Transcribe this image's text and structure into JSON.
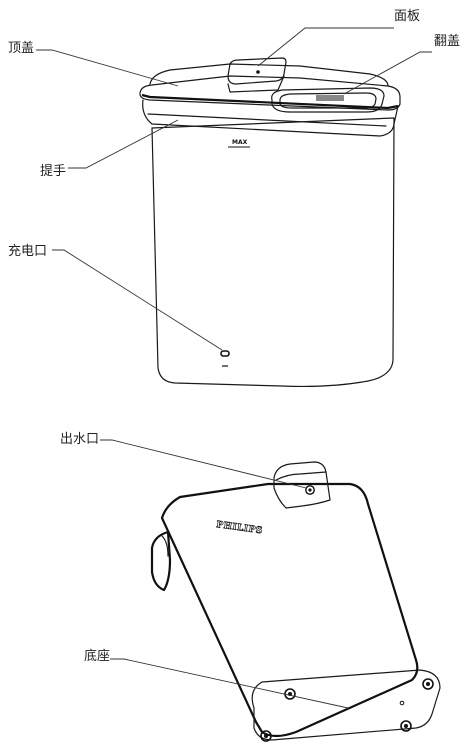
{
  "labels": {
    "panel": "面板",
    "flip_lid": "翻盖",
    "top_cover": "顶盖",
    "handle": "提手",
    "charging_port": "充电口",
    "water_outlet": "出水口",
    "base": "底座"
  },
  "markings": {
    "max_line": "MAX",
    "brand": "PHILIPS"
  }
}
